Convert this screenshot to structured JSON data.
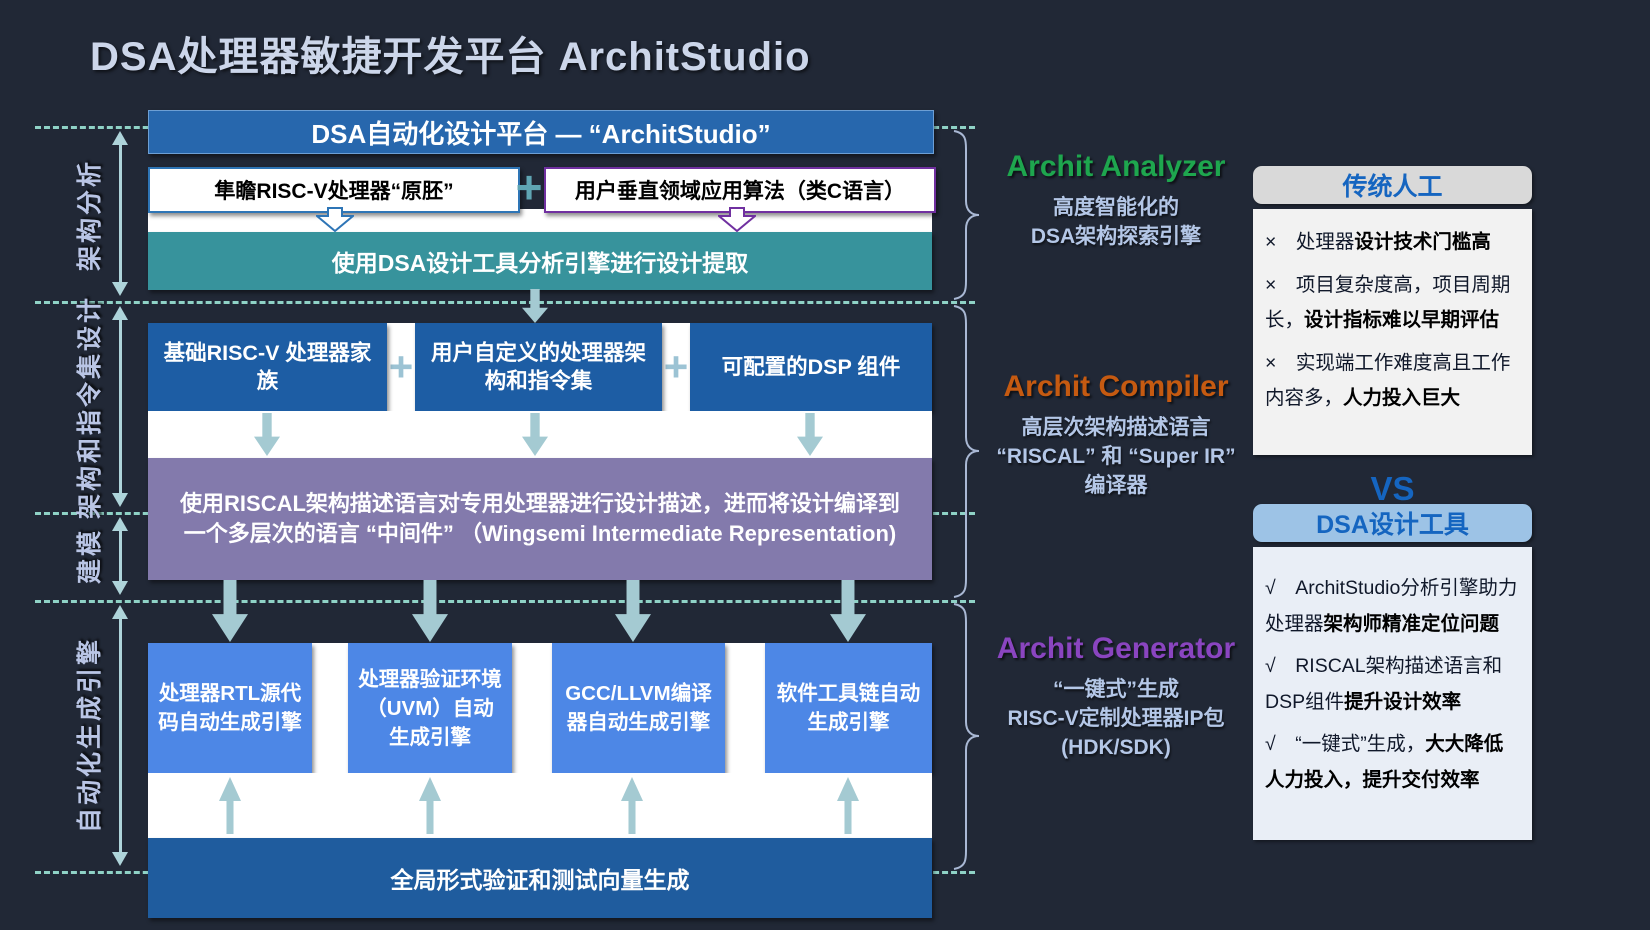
{
  "page": {
    "title": "DSA处理器敏捷开发平台 ArchitStudio"
  },
  "colors": {
    "background": "#212836",
    "banner_blue": "#2767ad",
    "teal_box": "#37939c",
    "component_blue": "#1d5da4",
    "purple_box": "#837aac",
    "engine_blue": "#4d87e6",
    "bottom_bar_blue": "#1f5c9e",
    "arrow_teal": "#a4cad2",
    "analyzer_green": "#1ea64e",
    "compiler_orange": "#c55a11",
    "generator_purple": "#8a45c0",
    "vs_blue": "#1565c0"
  },
  "left_rail": {
    "sections": [
      {
        "label": "架构分析"
      },
      {
        "label": "架构和指令集设计"
      },
      {
        "label": "建模"
      },
      {
        "label": "自动化生成引擎"
      }
    ]
  },
  "flow": {
    "banner": "DSA自动化设计平台 —  “ArchitStudio”",
    "input_left": "隼瞻RISC-V处理器“原胚”",
    "plus": "+",
    "input_right": "用户垂直领域应用算法（类C语言）",
    "extract": "使用DSA设计工具分析引擎进行设计提取",
    "components": [
      "基础RISC-V 处理器家族",
      "用户自定义的处理器架构和指令集",
      "可配置的DSP 组件"
    ],
    "riscal": "使用RISCAL架构描述语言对专用处理器进行设计描述，进而将设计编译到一个多层次的语言 “中间件” （Wingsemi Intermediate Representation)",
    "engines": [
      "处理器RTL源代码自动生成引擎",
      "处理器验证环境（UVM）自动生成引擎",
      "GCC/LLVM编译器自动生成引擎",
      "软件工具链自动生成引擎"
    ],
    "verify": "全局形式验证和测试向量生成"
  },
  "annotations": [
    {
      "title": "Archit Analyzer",
      "color": "#1ea64e",
      "desc": "高度智能化的\nDSA架构探索引擎"
    },
    {
      "title": "Archit Compiler",
      "color": "#c55a11",
      "desc": "高层次架构描述语言\n“RISCAL” 和 “Super IR”\n编译器"
    },
    {
      "title": "Archit Generator",
      "color": "#8a45c0",
      "desc": "“一键式”生成\nRISC-V定制处理器IP包\n(HDK/SDK)"
    }
  ],
  "comparison": {
    "vs": "VS",
    "traditional": {
      "header": "传统人工",
      "items": [
        [
          {
            "t": "×　处理器"
          },
          {
            "t": "设计技术门槛高",
            "b": true
          }
        ],
        [
          {
            "t": "×　项目复杂度高，项目周期长，"
          },
          {
            "t": "设计指标难以早期评估",
            "b": true
          }
        ],
        [
          {
            "t": "×　实现端工作难度高且工作内容多，"
          },
          {
            "t": "人力投入巨大",
            "b": true
          }
        ]
      ]
    },
    "dsa_tool": {
      "header": "DSA设计工具",
      "items": [
        [
          {
            "t": "√　ArchitStudio分析引擎助力处理器"
          },
          {
            "t": "架构师精准定位问题",
            "b": true
          }
        ],
        [
          {
            "t": "√　RISCAL架构描述语言和DSP组件"
          },
          {
            "t": "提升设计效率",
            "b": true
          }
        ],
        [
          {
            "t": "√　“一键式”生成，"
          },
          {
            "t": "大大降低人力投入，提升交付效率",
            "b": true
          }
        ]
      ]
    }
  }
}
